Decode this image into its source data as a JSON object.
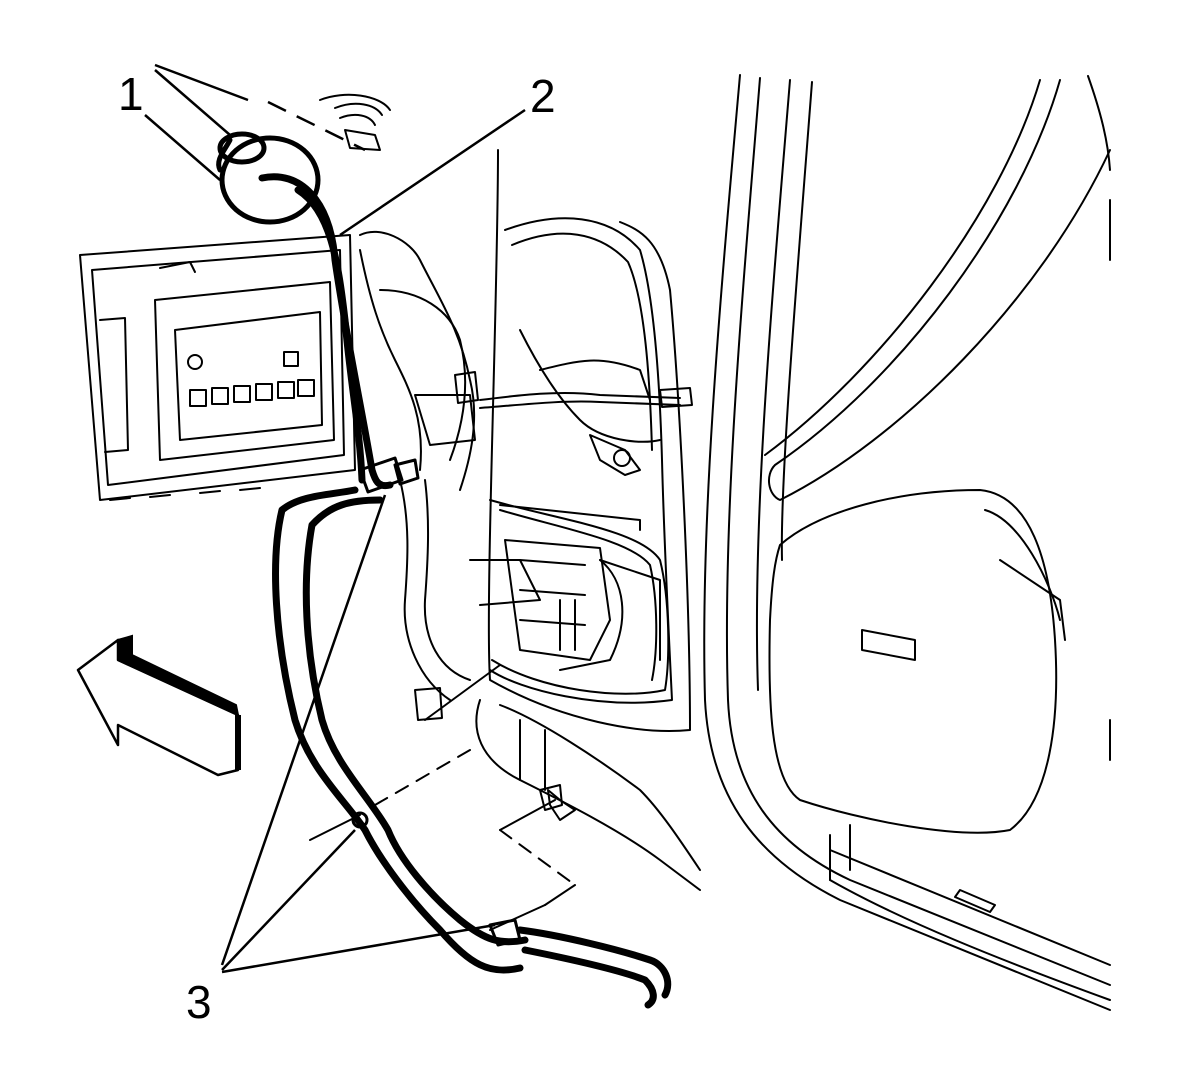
{
  "diagram": {
    "callouts": [
      {
        "id": "callout-1",
        "number": "1"
      },
      {
        "id": "callout-2",
        "number": "2"
      },
      {
        "id": "callout-3",
        "number": "3"
      }
    ],
    "direction_arrow": {
      "meaning": "vehicle-front-arrow-icon"
    },
    "colors": {
      "line": "#000000",
      "background": "#ffffff"
    }
  }
}
